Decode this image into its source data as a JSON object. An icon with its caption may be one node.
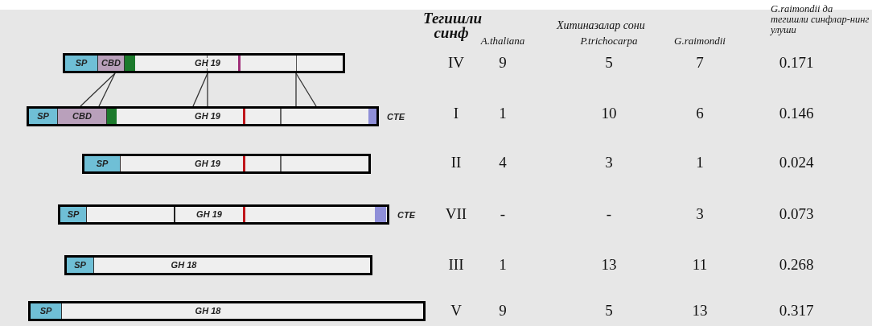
{
  "diagram": {
    "nodes": [
      {
        "text": [],
        "shape": "bar"
      },
      {
        "text": [
          "SP"
        ],
        "in": 0
      },
      {
        "text": [
          "CBD"
        ],
        "in": 0
      },
      {
        "text": [
          "GH 19"
        ],
        "in": 0
      },
      {
        "text": [],
        "shape": "bar",
        "beside": [
          "CTE"
        ]
      },
      {
        "text": [
          "SP"
        ],
        "in": 4
      },
      {
        "text": [
          "CBD"
        ],
        "in": 4
      },
      {
        "text": [
          "GH 19"
        ],
        "in": 4
      },
      {
        "text": [],
        "shape": "bar"
      },
      {
        "text": [
          "SP"
        ],
        "in": 8
      },
      {
        "text": [
          "GH 19"
        ],
        "in": 8
      },
      {
        "text": [],
        "shape": "bar",
        "beside": [
          "CTE"
        ]
      },
      {
        "text": [
          "SP"
        ],
        "in": 11
      },
      {
        "text": [
          "GH 19"
        ],
        "in": 11
      },
      {
        "text": [],
        "shape": "bar"
      },
      {
        "text": [
          "SP"
        ],
        "in": 14
      },
      {
        "text": [
          "GH 18"
        ],
        "in": 14
      },
      {
        "text": [],
        "shape": "bar"
      },
      {
        "text": [
          "SP"
        ],
        "in": 17
      },
      {
        "text": [
          "GH 18"
        ],
        "in": 17
      }
    ],
    "edges": [
      {
        "from": 2,
        "to": 6,
        "arrow": "none"
      },
      {
        "from": 2,
        "to": 6,
        "arrow": "none"
      },
      {
        "from": 3,
        "to": 7,
        "arrow": "none"
      },
      {
        "from": 3,
        "to": 7,
        "arrow": "none"
      },
      {
        "from": 0,
        "to": 4,
        "arrow": "none"
      },
      {
        "from": 0,
        "to": 4,
        "arrow": "none"
      }
    ],
    "labels": [
      "Тегишли синф",
      "Хитиназалар сони",
      "G.raimondii да тегишли синфлар-нинг улуши",
      "A.thaliana",
      "P.trichocarpa",
      "G.raimondii",
      "IV",
      "9",
      "5",
      "7",
      "0.171",
      "I",
      "1",
      "10",
      "6",
      "0.146",
      "II",
      "4",
      "3",
      "1",
      "0.024",
      "VII",
      "-",
      "-",
      "3",
      "0.073",
      "III",
      "1",
      "13",
      "11",
      "0.268",
      "V",
      "9",
      "5",
      "13",
      "0.317"
    ]
  }
}
